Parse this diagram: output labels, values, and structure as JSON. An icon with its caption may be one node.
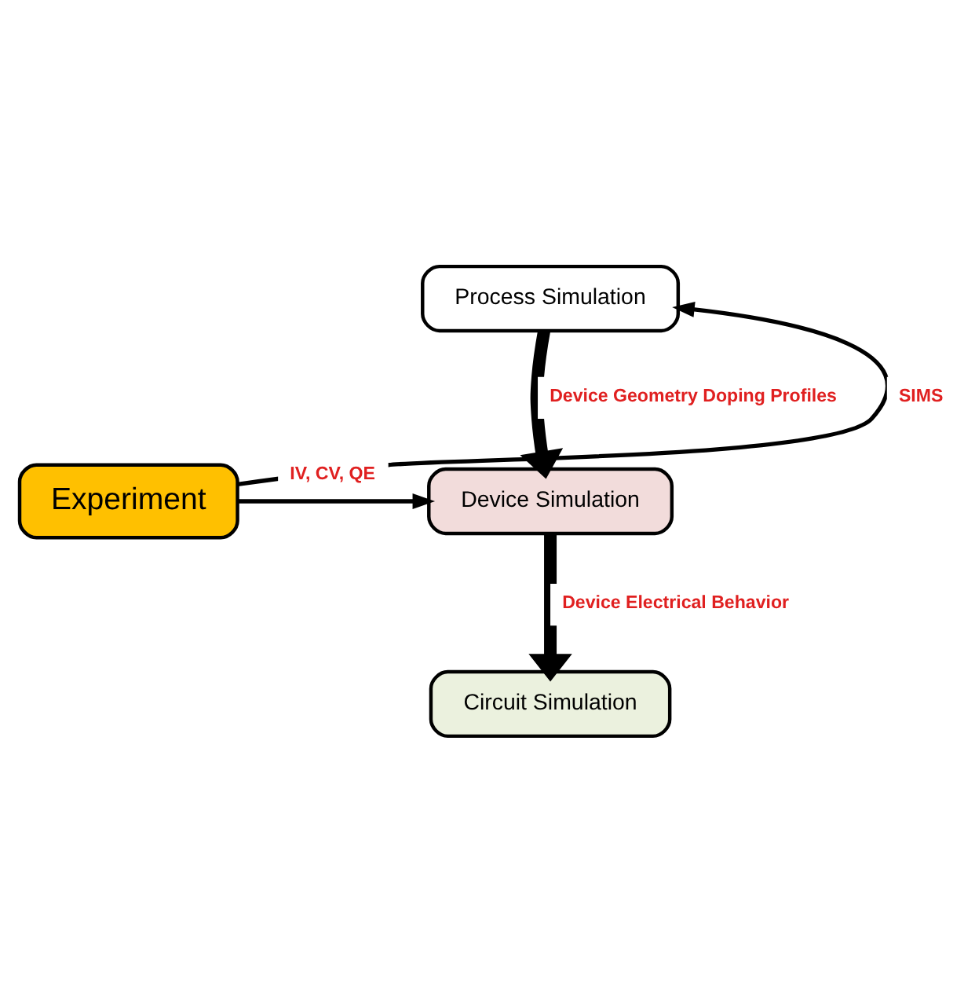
{
  "diagram": {
    "nodes": [
      {
        "text": [
          "Process Simulation"
        ]
      },
      {
        "text": [
          "Experiment"
        ]
      },
      {
        "text": [
          "Device Simulation"
        ]
      },
      {
        "text": [
          "Circuit Simulation"
        ]
      }
    ],
    "edges": [
      {
        "from": 1,
        "to": 0,
        "arrow": "to",
        "label": "SIMS"
      },
      {
        "from": 1,
        "to": 2,
        "arrow": "to",
        "label": "IV, CV, QE"
      },
      {
        "from": 0,
        "to": 2,
        "arrow": "to",
        "label": "Device Geometry Doping Profiles",
        "style": "thick"
      },
      {
        "from": 2,
        "to": 3,
        "arrow": "to",
        "label": "Device Electrical Behavior",
        "style": "thick"
      }
    ]
  }
}
